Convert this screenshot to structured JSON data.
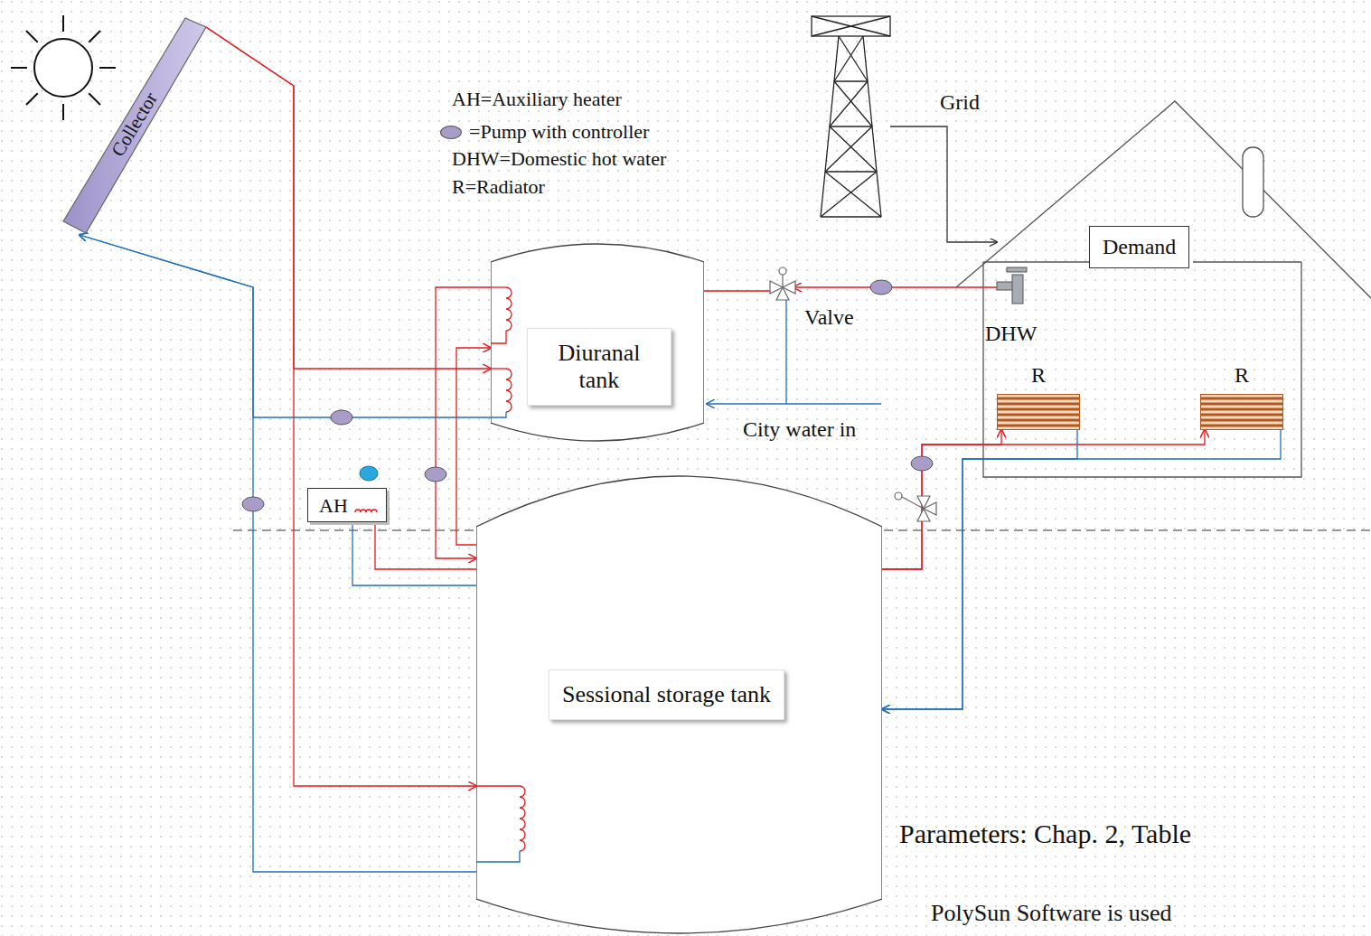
{
  "diagram": {
    "nodes": [
      {
        "text": [
          "Collector"
        ]
      },
      {
        "text": [
          "Demand"
        ]
      },
      {
        "text": [
          "Diuranal tank"
        ]
      },
      {
        "text": [
          "R"
        ]
      },
      {
        "text": [
          "R"
        ]
      },
      {
        "text": [
          "AH"
        ]
      },
      {
        "text": [
          "Sessional storage tank"
        ]
      }
    ],
    "edges": [
      {
        "from": 0,
        "to": 2,
        "arrow": "to"
      },
      {
        "from": 0,
        "to": 6,
        "arrow": "to"
      },
      {
        "from": 2,
        "to": 0,
        "arrow": "to"
      },
      {
        "from": 6,
        "to": 0,
        "arrow": "to"
      },
      {
        "from": 2,
        "to": 6,
        "arrow": "to"
      },
      {
        "from": 6,
        "to": 2,
        "arrow": "to"
      },
      {
        "from": 5,
        "to": 6,
        "arrow": "none"
      },
      {
        "from": 6,
        "to": 5,
        "arrow": "none"
      },
      {
        "from": 6,
        "to": 3,
        "arrow": "to"
      },
      {
        "from": 6,
        "to": 4,
        "arrow": "to"
      },
      {
        "from": 3,
        "to": 6,
        "arrow": "to"
      },
      {
        "from": 4,
        "to": 6,
        "arrow": "to"
      }
    ],
    "labels": [
      "Grid",
      "DHW",
      "Valve",
      "City water in",
      "Parameters: Chap. 2, Table",
      "PolySun Software is used"
    ],
    "legend": [
      {
        "text": "AH=Auxiliary heater"
      },
      {
        "text": "=Pump with controller",
        "color": "#a99cc8"
      },
      {
        "text": "DHW=Domestic hot water"
      },
      {
        "text": "R=Radiator"
      }
    ]
  }
}
